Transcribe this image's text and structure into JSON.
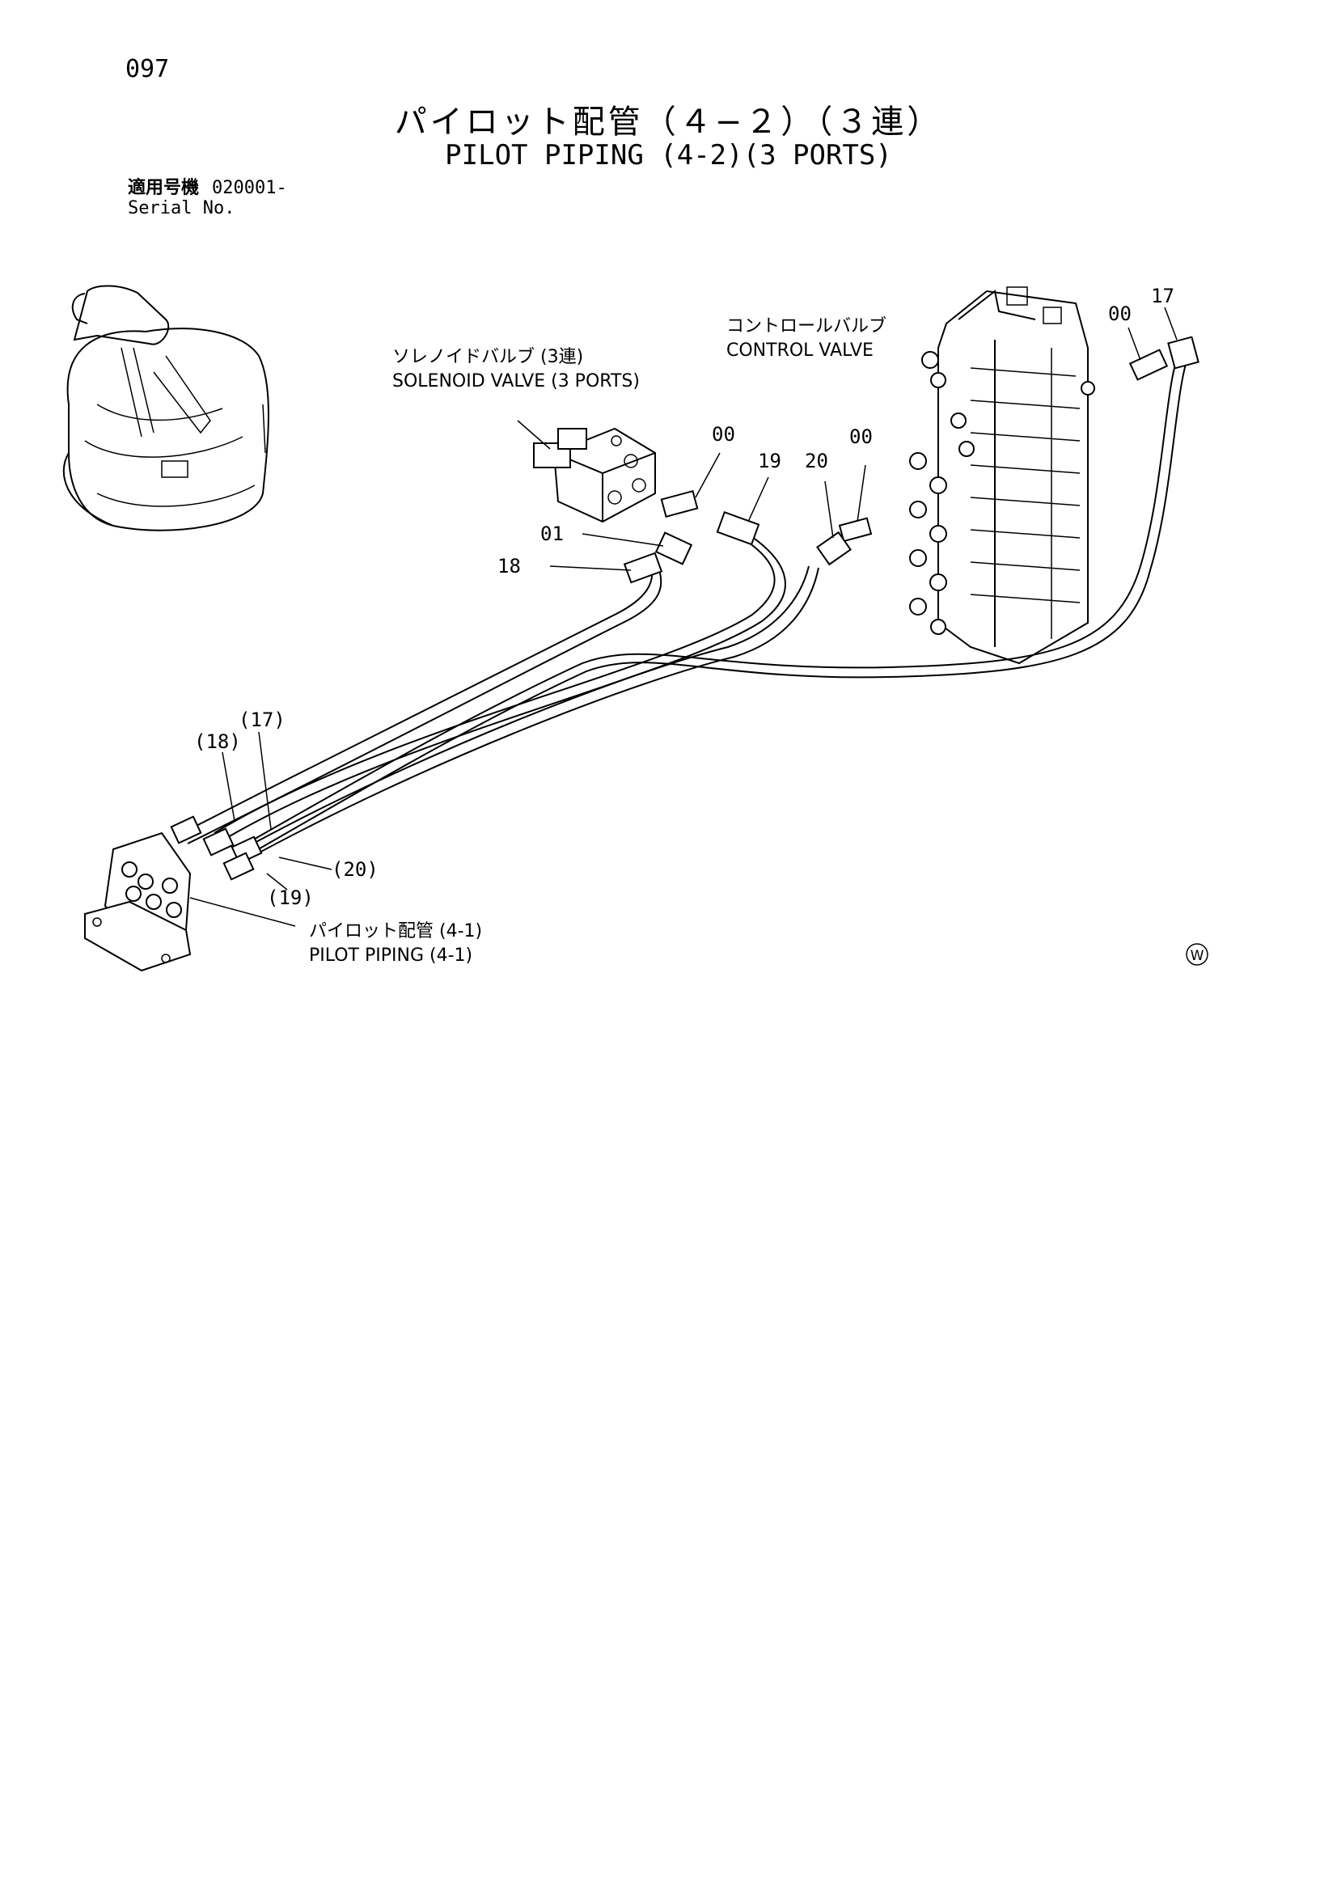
{
  "page_number": "097",
  "title_jp": "パイロット配管（４−２）（３連）",
  "title_en": "PILOT PIPING (4-2)(3 PORTS)",
  "serial": {
    "label_jp": "適用号機",
    "value": "020001-",
    "label_en": "Serial No."
  },
  "components": {
    "control_valve_jp": "コントロールバルブ",
    "control_valve_en": "CONTROL VALVE",
    "solenoid_valve_jp": "ソレノイドバルブ (3連)",
    "solenoid_valve_en": "SOLENOID VALVE (3 PORTS)",
    "pilot_piping_jp": "パイロット配管 (4-1)",
    "pilot_piping_en": "PILOT PIPING (4-1)"
  },
  "callouts": {
    "c00_cv": "00",
    "c17_top": "17",
    "c00_a": "00",
    "c19": "19",
    "c20": "20",
    "c00_b": "00",
    "c01": "01",
    "c18": "18",
    "c17_ref": "(17)",
    "c18_ref": "(18)",
    "c20_ref": "(20)",
    "c19_ref": "(19)"
  },
  "mark": "W"
}
